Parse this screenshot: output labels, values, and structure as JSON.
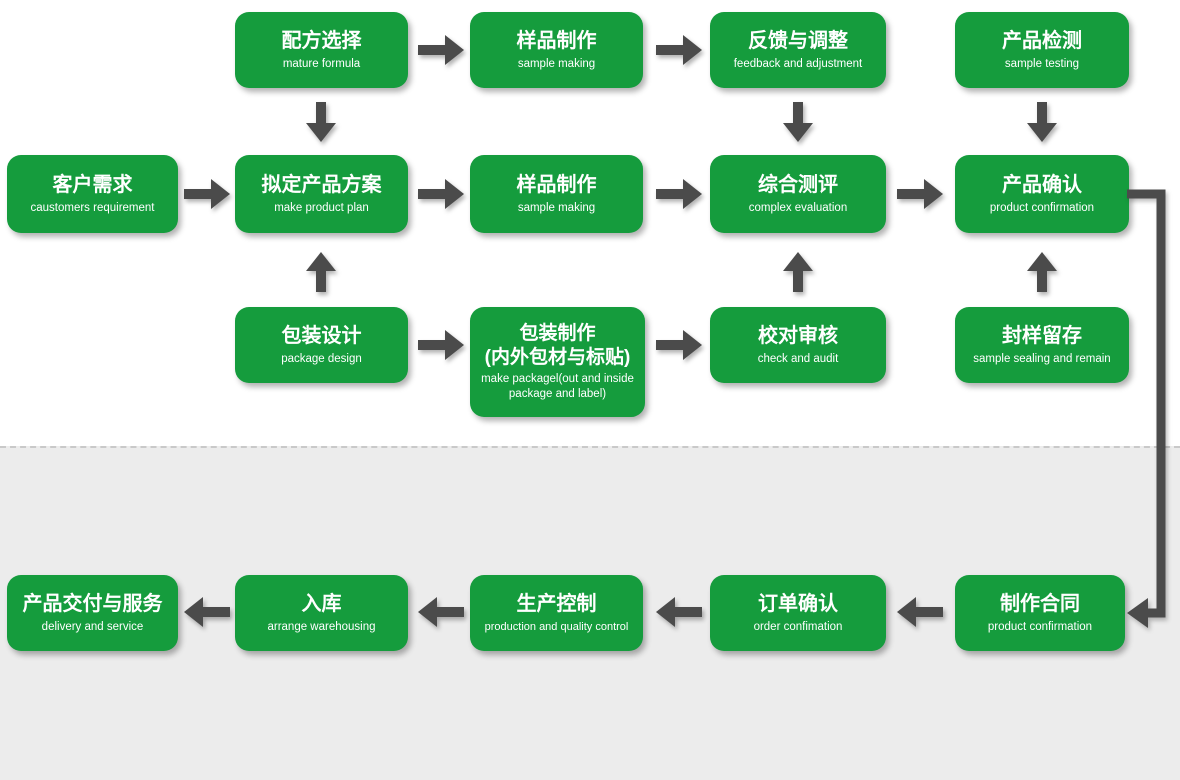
{
  "colors": {
    "node_green": "#159c3d",
    "arrow_gray": "#4b4b4b",
    "section_bg": "#ececec",
    "dashed_line": "#c9c9c9",
    "text_white": "#ffffff"
  },
  "nodes": {
    "formula_selection": {
      "title": "配方选择",
      "subtitle": "mature formula"
    },
    "sample_making_1": {
      "title": "样品制作",
      "subtitle": "sample making"
    },
    "feedback_adjustment": {
      "title": "反馈与调整",
      "subtitle": "feedback and adjustment"
    },
    "product_testing": {
      "title": "产品检测",
      "subtitle": "sample testing"
    },
    "customer_requirement": {
      "title": "客户需求",
      "subtitle": "caustomers requirement"
    },
    "make_product_plan": {
      "title": "拟定产品方案",
      "subtitle": "make product plan"
    },
    "sample_making_2": {
      "title": "样品制作",
      "subtitle": "sample making"
    },
    "complex_evaluation": {
      "title": "综合测评",
      "subtitle": "complex evaluation"
    },
    "product_confirmation": {
      "title": "产品确认",
      "subtitle": "product confirmation"
    },
    "package_design": {
      "title": "包装设计",
      "subtitle": "package design"
    },
    "package_making": {
      "title": "包装制作",
      "title2": "(内外包材与标贴)",
      "subtitle": "make packagel(out and inside package and label)"
    },
    "check_audit": {
      "title": "校对审核",
      "subtitle": "check and audit"
    },
    "sample_sealing": {
      "title": "封样留存",
      "subtitle": "sample sealing and remain"
    },
    "make_contract": {
      "title": "制作合同",
      "subtitle": "product confirmation"
    },
    "order_confirmation": {
      "title": "订单确认",
      "subtitle": "order confimation"
    },
    "production_control": {
      "title": "生产控制",
      "subtitle": "production and quality control"
    },
    "warehousing": {
      "title": "入库",
      "subtitle": "arrange warehousing"
    },
    "delivery_service": {
      "title": "产品交付与服务",
      "subtitle": "delivery and service"
    }
  }
}
